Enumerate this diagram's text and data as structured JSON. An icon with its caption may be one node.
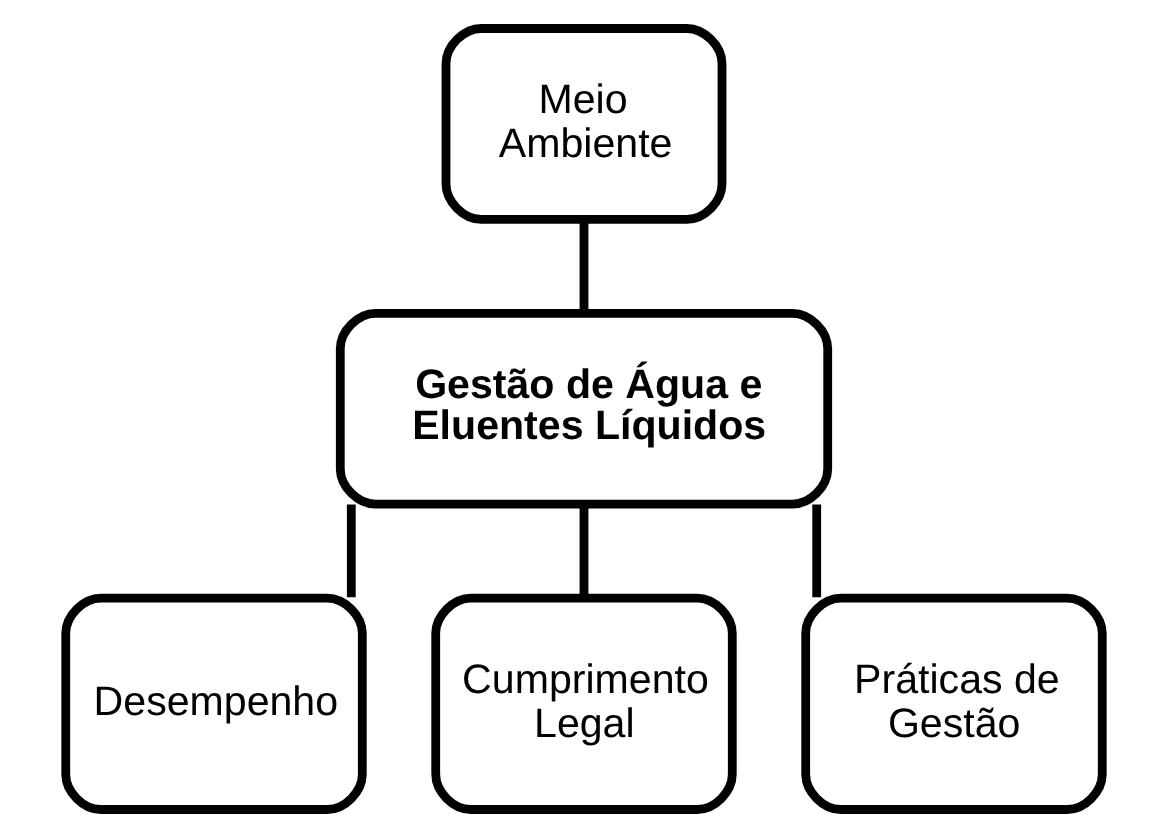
{
  "diagram": {
    "nodes": [
      {
        "text": [
          "Meio Ambiente"
        ]
      },
      {
        "text": [
          "Gestão de Água e Eluentes Líquidos"
        ]
      },
      {
        "text": [
          "Desempenho"
        ]
      },
      {
        "text": [
          "Cumprimento Legal"
        ]
      },
      {
        "text": [
          "Práticas de Gestão"
        ]
      }
    ],
    "edges": [
      {
        "from": 0,
        "to": 1,
        "arrow": "none"
      },
      {
        "from": 1,
        "to": 2,
        "arrow": "none"
      },
      {
        "from": 1,
        "to": 3,
        "arrow": "none"
      },
      {
        "from": 1,
        "to": 4,
        "arrow": "none"
      }
    ]
  }
}
